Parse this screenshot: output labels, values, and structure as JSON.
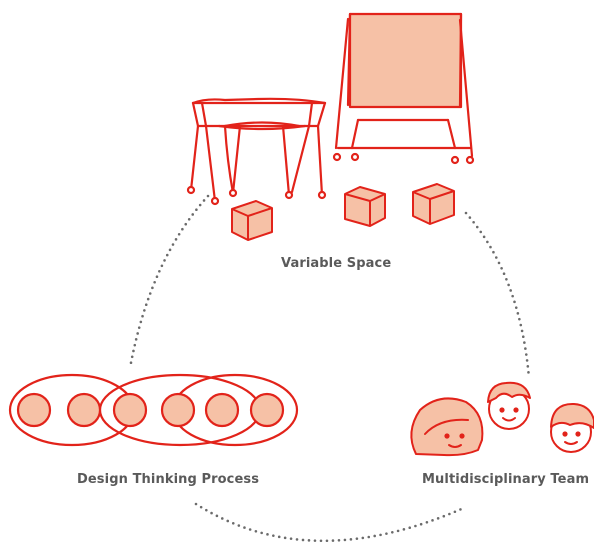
{
  "colors": {
    "accent": "#e2231a",
    "fill": "#f6c1a6",
    "label": "#5a5a5a",
    "dots": "#6b6b6b"
  },
  "icons": [
    "table-icon",
    "whiteboard-icon",
    "cube-icon",
    "chain-of-circles-icon",
    "face-icon"
  ],
  "labels": {
    "variable_space": "Variable Space",
    "design_thinking_process": "Design Thinking Process",
    "multidisciplinary_team": "Multidisciplinary Team"
  }
}
